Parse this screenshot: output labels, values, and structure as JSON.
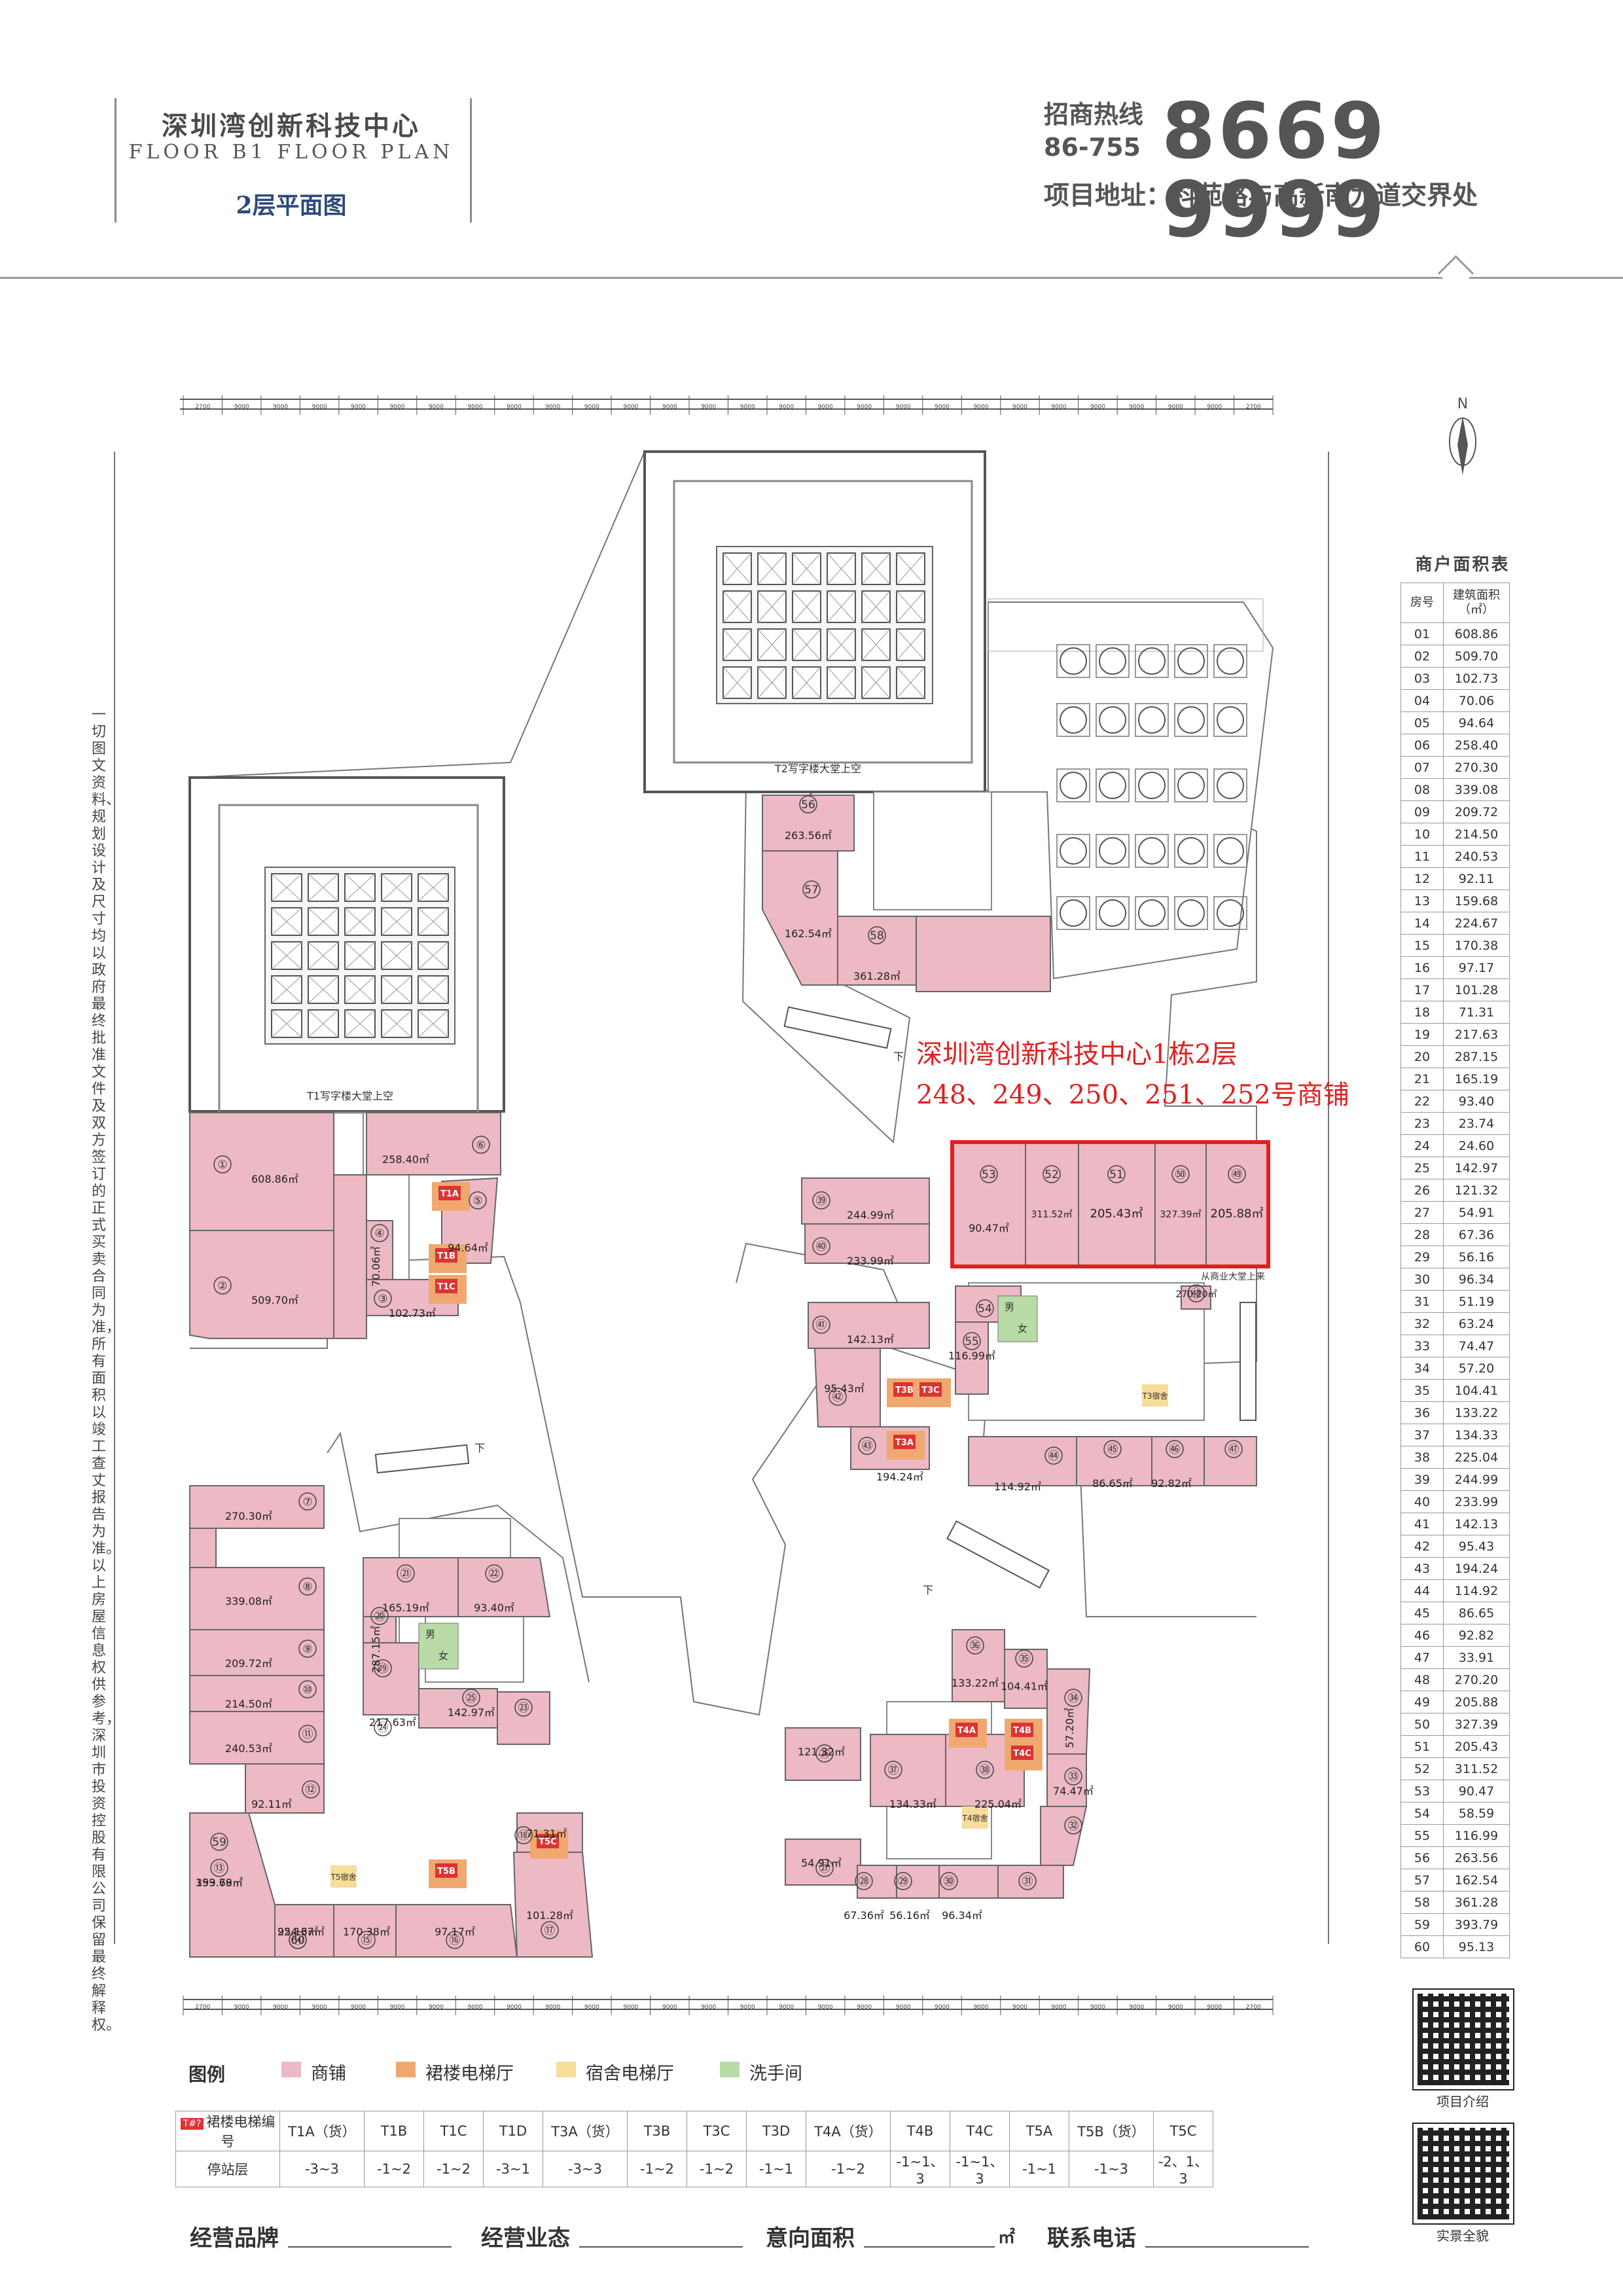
{
  "header": {
    "project_cn": "深圳湾创新科技中心",
    "project_en": "FLOOR B1 FLOOR PLAN",
    "floor_title": "2层平面图",
    "hotline_label_1": "招商热线",
    "hotline_label_2": "86-755",
    "hotline_number": "8669 9999",
    "address": "项目地址：科苑路与高新南九道交界处"
  },
  "side_note": "一切图文资料、规划设计及尺寸均以政府最终批准文件及双方签订的正式买卖合同为准，所有面积以竣工查丈报告为准。以上房屋信息权供参考，深圳市投资控股有限公司保留最终解释权。",
  "highlight": {
    "line1": "深圳湾创新科技中心1栋2层",
    "line2": "248、249、250、251、252号商铺"
  },
  "plan": {
    "north": "N",
    "lobby_t1": "T1写字楼大堂上空",
    "lobby_t2": "T2写字楼大堂上空",
    "from_mall": "从商业大堂上来",
    "down": "下",
    "male": "男",
    "female": "女",
    "dorm_t3": "T3宿舍",
    "dorm_t4": "T4宿舍",
    "dorm_t5": "T5宿舍",
    "ruler_top": [
      "2700",
      "9000",
      "9000",
      "9000",
      "9000",
      "9000",
      "9000",
      "9000",
      "9000",
      "9000",
      "9000",
      "9000",
      "9000",
      "9000",
      "9000",
      "9000",
      "9000",
      "9000",
      "9000",
      "9000",
      "9000",
      "9000",
      "9000",
      "9000",
      "9000",
      "9000",
      "9000",
      "2700"
    ],
    "ruler_bottom": [
      "2700",
      "9000",
      "9000",
      "9000",
      "9000",
      "9000",
      "9000",
      "9000",
      "9000",
      "9000",
      "9000",
      "9000",
      "9000",
      "9000",
      "9000",
      "9000",
      "9000",
      "9000",
      "9000",
      "9000",
      "9000",
      "9000",
      "9000",
      "9000",
      "9000",
      "9000",
      "9000",
      "2700"
    ],
    "elevator_tags": [
      "T1A",
      "T1B",
      "T1C",
      "T3B",
      "T3C",
      "T3A",
      "T4A",
      "T4B",
      "T4C",
      "T5C",
      "T5B"
    ],
    "units": [
      {
        "no": "①",
        "area": "608.86㎡"
      },
      {
        "no": "②",
        "area": "509.70㎡"
      },
      {
        "no": "③",
        "area": "102.73㎡"
      },
      {
        "no": "④",
        "area": "70.06㎡"
      },
      {
        "no": "⑤",
        "area": "94.64㎡"
      },
      {
        "no": "⑥",
        "area": "258.40㎡"
      },
      {
        "no": "⑦",
        "area": "270.30㎡"
      },
      {
        "no": "⑧",
        "area": "339.08㎡"
      },
      {
        "no": "⑨",
        "area": "209.72㎡"
      },
      {
        "no": "⑩",
        "area": "214.50㎡"
      },
      {
        "no": "⑪",
        "area": "240.53㎡"
      },
      {
        "no": "⑫",
        "area": "92.11㎡"
      },
      {
        "no": "⑬",
        "area": "159.68㎡"
      },
      {
        "no": "⑭",
        "area": "224.67㎡"
      },
      {
        "no": "⑮",
        "area": "170.38㎡"
      },
      {
        "no": "⑯",
        "area": "97.17㎡"
      },
      {
        "no": "⑰",
        "area": "101.28㎡"
      },
      {
        "no": "⑱",
        "area": "71.31㎡"
      },
      {
        "no": "⑲",
        "area": "217.63㎡"
      },
      {
        "no": "⑳",
        "area": "287.15㎡"
      },
      {
        "no": "㉑",
        "area": "165.19㎡"
      },
      {
        "no": "㉒",
        "area": "93.40㎡"
      },
      {
        "no": "㉓",
        "area": ""
      },
      {
        "no": "㉔",
        "area": ""
      },
      {
        "no": "㉕",
        "area": "142.97㎡"
      },
      {
        "no": "㉖",
        "area": "121.32㎡"
      },
      {
        "no": "㉗",
        "area": "54.91㎡"
      },
      {
        "no": "㉘",
        "area": "67.36㎡"
      },
      {
        "no": "㉙",
        "area": "56.16㎡"
      },
      {
        "no": "㉚",
        "area": "96.34㎡"
      },
      {
        "no": "㉛",
        "area": ""
      },
      {
        "no": "㉜",
        "area": ""
      },
      {
        "no": "㉝",
        "area": "74.47㎡"
      },
      {
        "no": "㉞",
        "area": "57.20㎡"
      },
      {
        "no": "㉟",
        "area": "104.41㎡"
      },
      {
        "no": "㊱",
        "area": "133.22㎡"
      },
      {
        "no": "㊲",
        "area": "134.33㎡"
      },
      {
        "no": "㊳",
        "area": "225.04㎡"
      },
      {
        "no": "㊴",
        "area": "244.99㎡"
      },
      {
        "no": "㊵",
        "area": "233.99㎡"
      },
      {
        "no": "㊶",
        "area": "142.13㎡"
      },
      {
        "no": "㊷",
        "area": "95.43㎡"
      },
      {
        "no": "㊸",
        "area": "194.24㎡"
      },
      {
        "no": "㊹",
        "area": "114.92㎡"
      },
      {
        "no": "㊺",
        "area": "86.65㎡"
      },
      {
        "no": "㊻",
        "area": "92.82㎡"
      },
      {
        "no": "㊼",
        "area": ""
      },
      {
        "no": "㊽",
        "area": "270.20㎡"
      },
      {
        "no": "㊾",
        "area": "205.88㎡"
      },
      {
        "no": "㊿",
        "area": "327.39㎡"
      },
      {
        "no": "51",
        "area": "205.43㎡"
      },
      {
        "no": "52",
        "area": "311.52㎡"
      },
      {
        "no": "53",
        "area": "90.47㎡"
      },
      {
        "no": "54",
        "area": ""
      },
      {
        "no": "55",
        "area": "116.99㎡"
      },
      {
        "no": "56",
        "area": "263.56㎡"
      },
      {
        "no": "57",
        "area": "162.54㎡"
      },
      {
        "no": "58",
        "area": "361.28㎡"
      },
      {
        "no": "59",
        "area": "393.79㎡"
      },
      {
        "no": "60",
        "area": "95.13㎡"
      }
    ]
  },
  "area_table": {
    "title": "商户面积表",
    "col_no": "房号",
    "col_area": "建筑面积（㎡）",
    "rows": [
      [
        "01",
        "608.86"
      ],
      [
        "02",
        "509.70"
      ],
      [
        "03",
        "102.73"
      ],
      [
        "04",
        "70.06"
      ],
      [
        "05",
        "94.64"
      ],
      [
        "06",
        "258.40"
      ],
      [
        "07",
        "270.30"
      ],
      [
        "08",
        "339.08"
      ],
      [
        "09",
        "209.72"
      ],
      [
        "10",
        "214.50"
      ],
      [
        "11",
        "240.53"
      ],
      [
        "12",
        "92.11"
      ],
      [
        "13",
        "159.68"
      ],
      [
        "14",
        "224.67"
      ],
      [
        "15",
        "170.38"
      ],
      [
        "16",
        "97.17"
      ],
      [
        "17",
        "101.28"
      ],
      [
        "18",
        "71.31"
      ],
      [
        "19",
        "217.63"
      ],
      [
        "20",
        "287.15"
      ],
      [
        "21",
        "165.19"
      ],
      [
        "22",
        "93.40"
      ],
      [
        "23",
        "23.74"
      ],
      [
        "24",
        "24.60"
      ],
      [
        "25",
        "142.97"
      ],
      [
        "26",
        "121.32"
      ],
      [
        "27",
        "54.91"
      ],
      [
        "28",
        "67.36"
      ],
      [
        "29",
        "56.16"
      ],
      [
        "30",
        "96.34"
      ],
      [
        "31",
        "51.19"
      ],
      [
        "32",
        "63.24"
      ],
      [
        "33",
        "74.47"
      ],
      [
        "34",
        "57.20"
      ],
      [
        "35",
        "104.41"
      ],
      [
        "36",
        "133.22"
      ],
      [
        "37",
        "134.33"
      ],
      [
        "38",
        "225.04"
      ],
      [
        "39",
        "244.99"
      ],
      [
        "40",
        "233.99"
      ],
      [
        "41",
        "142.13"
      ],
      [
        "42",
        "95.43"
      ],
      [
        "43",
        "194.24"
      ],
      [
        "44",
        "114.92"
      ],
      [
        "45",
        "86.65"
      ],
      [
        "46",
        "92.82"
      ],
      [
        "47",
        "33.91"
      ],
      [
        "48",
        "270.20"
      ],
      [
        "49",
        "205.88"
      ],
      [
        "50",
        "327.39"
      ],
      [
        "51",
        "205.43"
      ],
      [
        "52",
        "311.52"
      ],
      [
        "53",
        "90.47"
      ],
      [
        "54",
        "58.59"
      ],
      [
        "55",
        "116.99"
      ],
      [
        "56",
        "263.56"
      ],
      [
        "57",
        "162.54"
      ],
      [
        "58",
        "361.28"
      ],
      [
        "59",
        "393.79"
      ],
      [
        "60",
        "95.13"
      ]
    ]
  },
  "legend": {
    "title": "图例",
    "items": [
      {
        "label": "商铺",
        "color": "#ecb9c4"
      },
      {
        "label": "裙楼电梯厅",
        "color": "#f0a871"
      },
      {
        "label": "宿舍电梯厅",
        "color": "#f8dc9a"
      },
      {
        "label": "洗手间",
        "color": "#b9dba6"
      }
    ]
  },
  "elevator_table": {
    "tag": "T#?",
    "row1_label": "裙楼电梯编号",
    "row2_label": "停站层",
    "codes": [
      "T1A（货）",
      "T1B",
      "T1C",
      "T1D",
      "T3A（货）",
      "T3B",
      "T3C",
      "T3D",
      "T4A（货）",
      "T4B",
      "T4C",
      "T5A",
      "T5B（货）",
      "T5C"
    ],
    "stops": [
      "-3~3",
      "-1~2",
      "-1~2",
      "-3~1",
      "-3~3",
      "-1~2",
      "-1~2",
      "-1~1",
      "-1~2",
      "-1~1、3",
      "-1~1、3",
      "-1~1",
      "-1~3",
      "-2、1、3"
    ]
  },
  "fields": {
    "brand": "经营品牌",
    "business": "经营业态",
    "area": "意向面积",
    "unit": "㎡",
    "phone": "联系电话"
  },
  "qr": {
    "cap1": "项目介绍",
    "cap2": "实景全貌"
  }
}
